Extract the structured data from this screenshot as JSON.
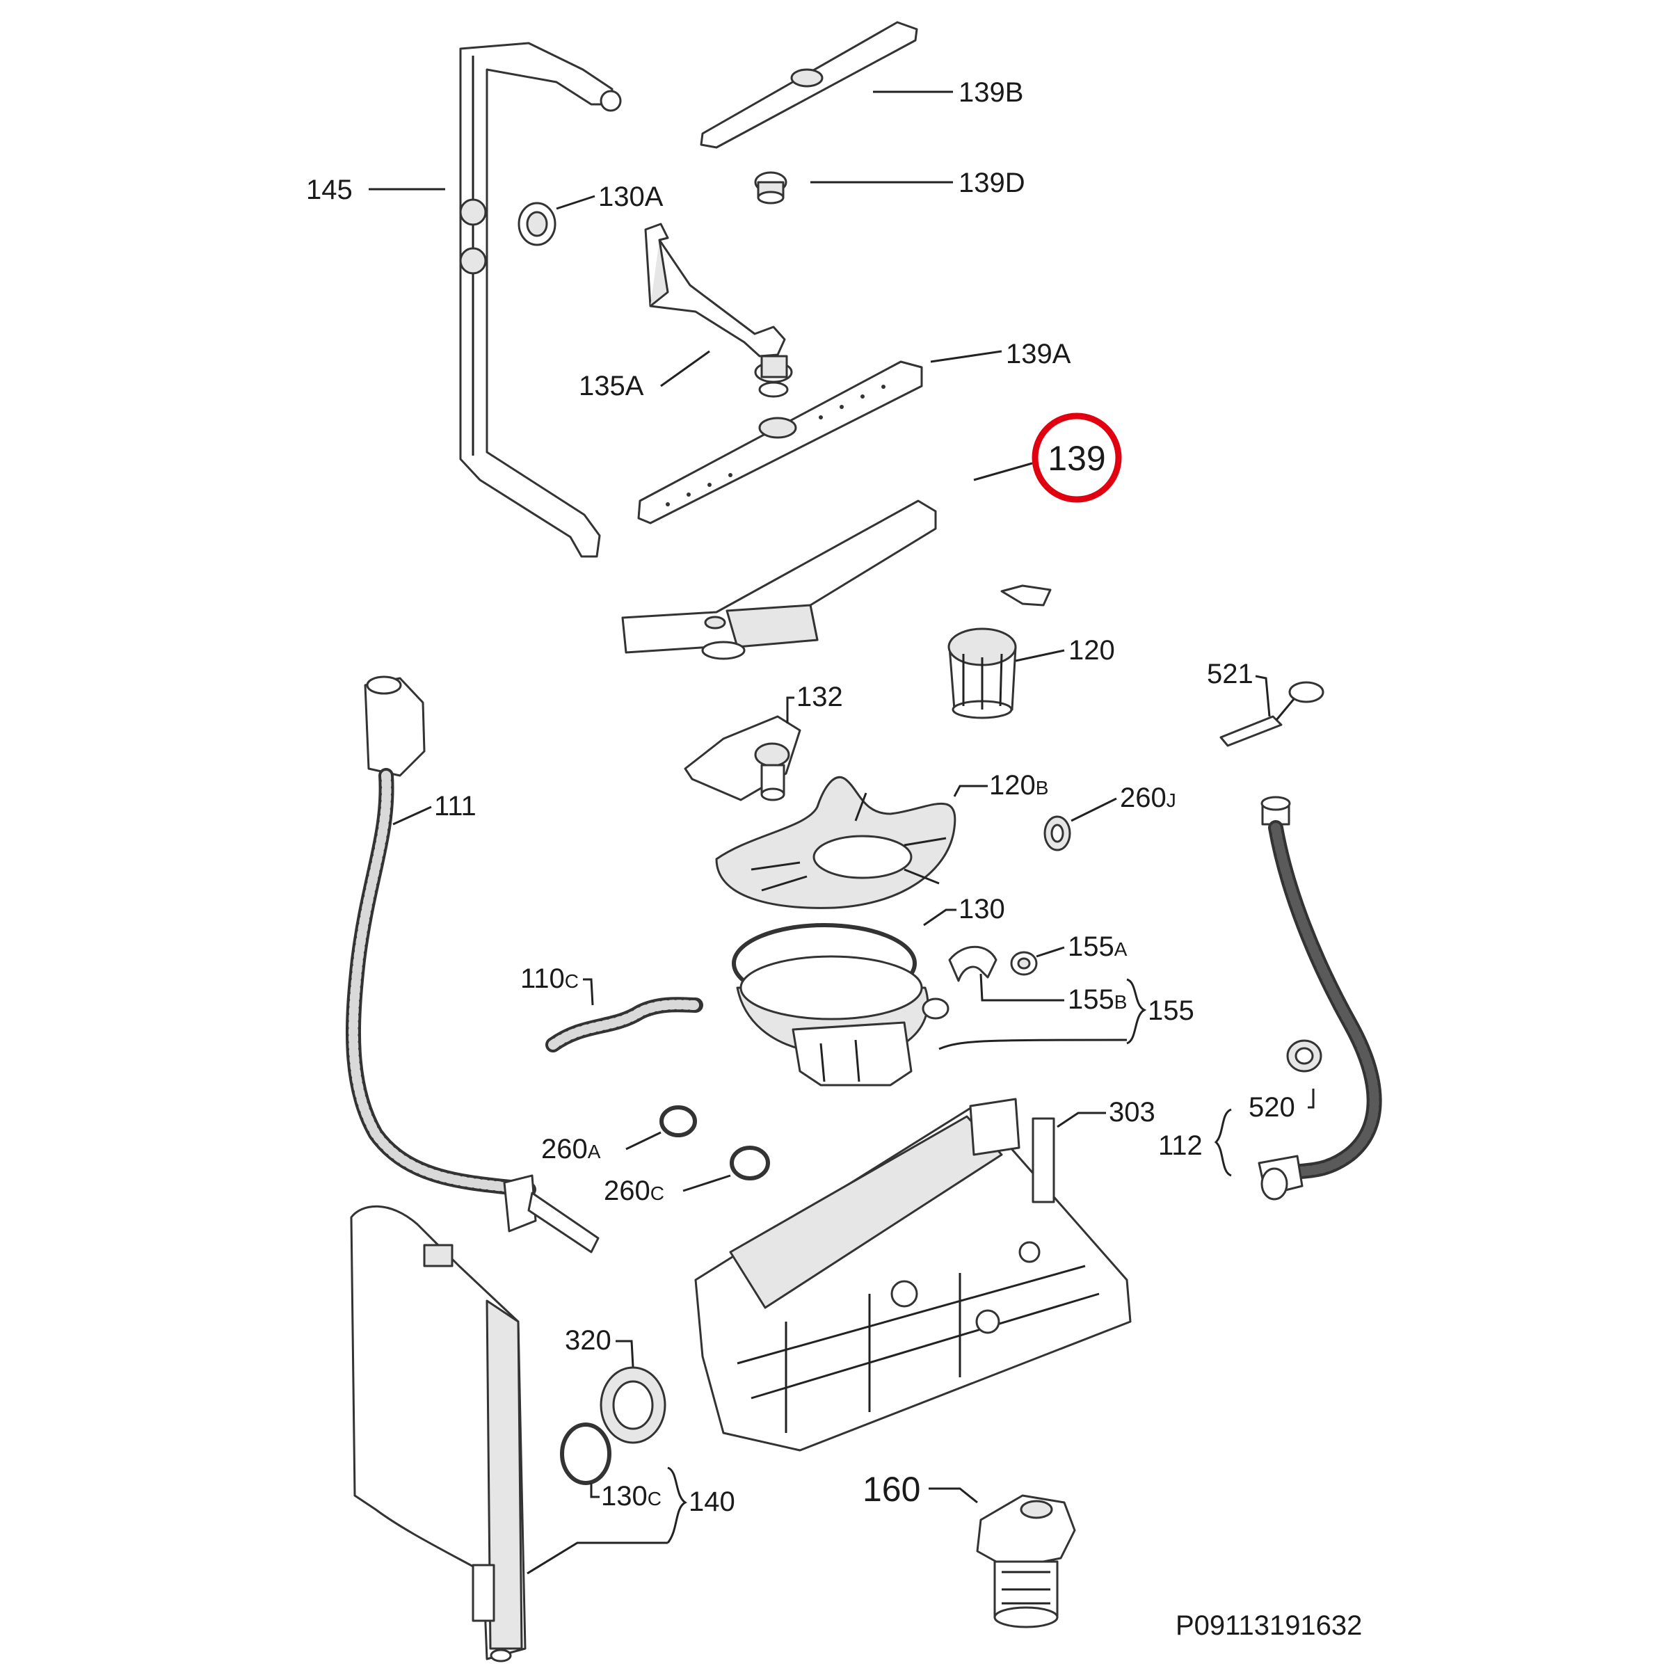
{
  "diagram": {
    "document_code": "P09113191632",
    "highlight_color": "#e0000f",
    "highlighted_part": "139",
    "labels": {
      "p145": "145",
      "p130A": "130A",
      "p139B": "139B",
      "p139D": "139D",
      "p135A": "135A",
      "p139A": "139A",
      "p139": "139",
      "p120": "120",
      "p521": "521",
      "p132": "132",
      "p111": "111",
      "p120B": "120",
      "p120B_sub": "B",
      "p260J": "260",
      "p260J_sub": "J",
      "p130": "130",
      "p155A": "155",
      "p155A_sub": "A",
      "p110C": "110",
      "p110C_sub": "C",
      "p155B": "155",
      "p155B_sub": "B",
      "p155": "155",
      "p520": "520",
      "p303": "303",
      "p112": "112",
      "p260A": "260",
      "p260A_sub": "A",
      "p260C": "260",
      "p260C_sub": "C",
      "p320": "320",
      "p130C": "130",
      "p130C_sub": "C",
      "p140": "140",
      "p160": "160"
    }
  }
}
